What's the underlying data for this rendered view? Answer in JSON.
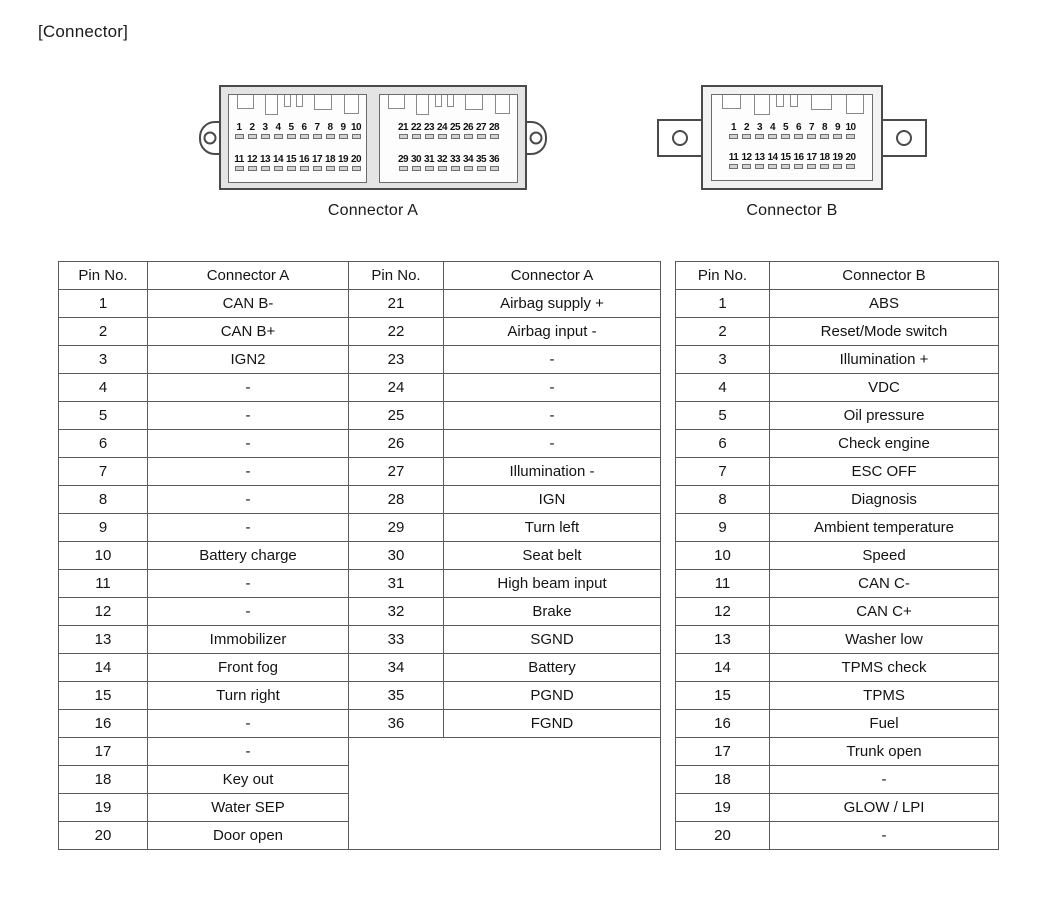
{
  "page": {
    "heading": "[Connector]"
  },
  "diagram": {
    "connector_a": {
      "caption": "Connector A",
      "left_section": {
        "top_row": [
          "1",
          "2",
          "3",
          "4",
          "5",
          "6",
          "7",
          "8",
          "9",
          "10"
        ],
        "bottom_row": [
          "11",
          "12",
          "13",
          "14",
          "15",
          "16",
          "17",
          "18",
          "19",
          "20"
        ]
      },
      "right_section": {
        "top_row": [
          "21",
          "22",
          "23",
          "24",
          "25",
          "26",
          "27",
          "28"
        ],
        "bottom_row": [
          "29",
          "30",
          "31",
          "32",
          "33",
          "34",
          "35",
          "36"
        ]
      }
    },
    "connector_b": {
      "caption": "Connector B",
      "top_row": [
        "1",
        "2",
        "3",
        "4",
        "5",
        "6",
        "7",
        "8",
        "9",
        "10"
      ],
      "bottom_row": [
        "11",
        "12",
        "13",
        "14",
        "15",
        "16",
        "17",
        "18",
        "19",
        "20"
      ]
    }
  },
  "table_a": {
    "headers": [
      "Pin No.",
      "Connector A",
      "Pin No.",
      "Connector A"
    ],
    "rows": [
      {
        "pin": "1",
        "signal": "CAN B-",
        "pin2": "21",
        "signal2": "Airbag supply +"
      },
      {
        "pin": "2",
        "signal": "CAN B+",
        "pin2": "22",
        "signal2": "Airbag input -"
      },
      {
        "pin": "3",
        "signal": "IGN2",
        "pin2": "23",
        "signal2": "-"
      },
      {
        "pin": "4",
        "signal": "-",
        "pin2": "24",
        "signal2": "-"
      },
      {
        "pin": "5",
        "signal": "-",
        "pin2": "25",
        "signal2": "-"
      },
      {
        "pin": "6",
        "signal": "-",
        "pin2": "26",
        "signal2": "-"
      },
      {
        "pin": "7",
        "signal": "-",
        "pin2": "27",
        "signal2": "Illumination -"
      },
      {
        "pin": "8",
        "signal": "-",
        "pin2": "28",
        "signal2": "IGN"
      },
      {
        "pin": "9",
        "signal": "-",
        "pin2": "29",
        "signal2": "Turn left"
      },
      {
        "pin": "10",
        "signal": "Battery charge",
        "pin2": "30",
        "signal2": "Seat belt"
      },
      {
        "pin": "11",
        "signal": "-",
        "pin2": "31",
        "signal2": "High beam input"
      },
      {
        "pin": "12",
        "signal": "-",
        "pin2": "32",
        "signal2": "Brake"
      },
      {
        "pin": "13",
        "signal": "Immobilizer",
        "pin2": "33",
        "signal2": "SGND"
      },
      {
        "pin": "14",
        "signal": "Front fog",
        "pin2": "34",
        "signal2": "Battery"
      },
      {
        "pin": "15",
        "signal": "Turn right",
        "pin2": "35",
        "signal2": "PGND"
      },
      {
        "pin": "16",
        "signal": "-",
        "pin2": "36",
        "signal2": "FGND"
      },
      {
        "pin": "17",
        "signal": "-",
        "pin2": "",
        "signal2": ""
      },
      {
        "pin": "18",
        "signal": "Key out",
        "pin2": "",
        "signal2": ""
      },
      {
        "pin": "19",
        "signal": "Water SEP",
        "pin2": "",
        "signal2": ""
      },
      {
        "pin": "20",
        "signal": "Door open",
        "pin2": "",
        "signal2": ""
      }
    ]
  },
  "table_b": {
    "headers": [
      "Pin No.",
      "Connector B"
    ],
    "rows": [
      {
        "pin": "1",
        "signal": "ABS"
      },
      {
        "pin": "2",
        "signal": "Reset/Mode switch"
      },
      {
        "pin": "3",
        "signal": "Illumination +"
      },
      {
        "pin": "4",
        "signal": "VDC"
      },
      {
        "pin": "5",
        "signal": "Oil pressure"
      },
      {
        "pin": "6",
        "signal": "Check engine"
      },
      {
        "pin": "7",
        "signal": "ESC OFF"
      },
      {
        "pin": "8",
        "signal": "Diagnosis"
      },
      {
        "pin": "9",
        "signal": "Ambient temperature"
      },
      {
        "pin": "10",
        "signal": "Speed"
      },
      {
        "pin": "11",
        "signal": "CAN C-"
      },
      {
        "pin": "12",
        "signal": "CAN C+"
      },
      {
        "pin": "13",
        "signal": "Washer low"
      },
      {
        "pin": "14",
        "signal": "TPMS check"
      },
      {
        "pin": "15",
        "signal": "TPMS"
      },
      {
        "pin": "16",
        "signal": "Fuel"
      },
      {
        "pin": "17",
        "signal": "Trunk open"
      },
      {
        "pin": "18",
        "signal": "-"
      },
      {
        "pin": "19",
        "signal": "GLOW / LPI"
      },
      {
        "pin": "20",
        "signal": "-"
      }
    ]
  }
}
